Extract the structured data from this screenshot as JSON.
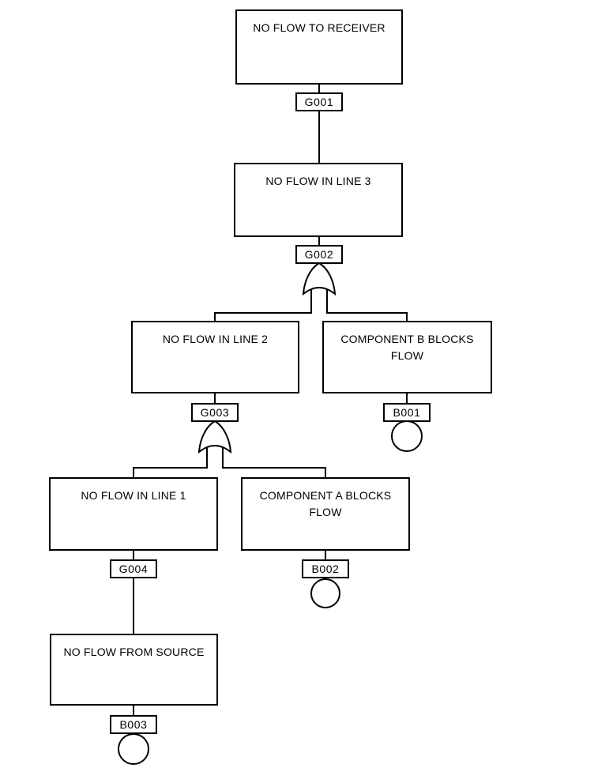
{
  "diagram": {
    "type": "fault-tree",
    "colors": {
      "line": "#000000",
      "background": "#ffffff",
      "text": "#000000"
    },
    "nodes": {
      "receiver": {
        "text": "NO FLOW TO RECEIVER",
        "tag": "G001"
      },
      "line3": {
        "text": "NO FLOW IN LINE 3",
        "tag": "G002",
        "gate": "OR"
      },
      "line2": {
        "text": "NO FLOW IN LINE 2",
        "tag": "G003",
        "gate": "OR"
      },
      "compB": {
        "text": "COMPONENT B BLOCKS FLOW",
        "tag": "B001",
        "symbol": "basic-event"
      },
      "line1": {
        "text": "NO FLOW IN LINE 1",
        "tag": "G004"
      },
      "compA": {
        "text": "COMPONENT A BLOCKS FLOW",
        "tag": "B002",
        "symbol": "basic-event"
      },
      "source": {
        "text": "NO FLOW FROM SOURCE",
        "tag": "B003",
        "symbol": "basic-event"
      }
    },
    "edges": [
      {
        "from": "G001",
        "to": "G002"
      },
      {
        "from": "G002",
        "to": "G003",
        "via": "OR"
      },
      {
        "from": "G002",
        "to": "B001",
        "via": "OR"
      },
      {
        "from": "G003",
        "to": "G004",
        "via": "OR"
      },
      {
        "from": "G003",
        "to": "B002",
        "via": "OR"
      },
      {
        "from": "G004",
        "to": "B003"
      }
    ]
  }
}
